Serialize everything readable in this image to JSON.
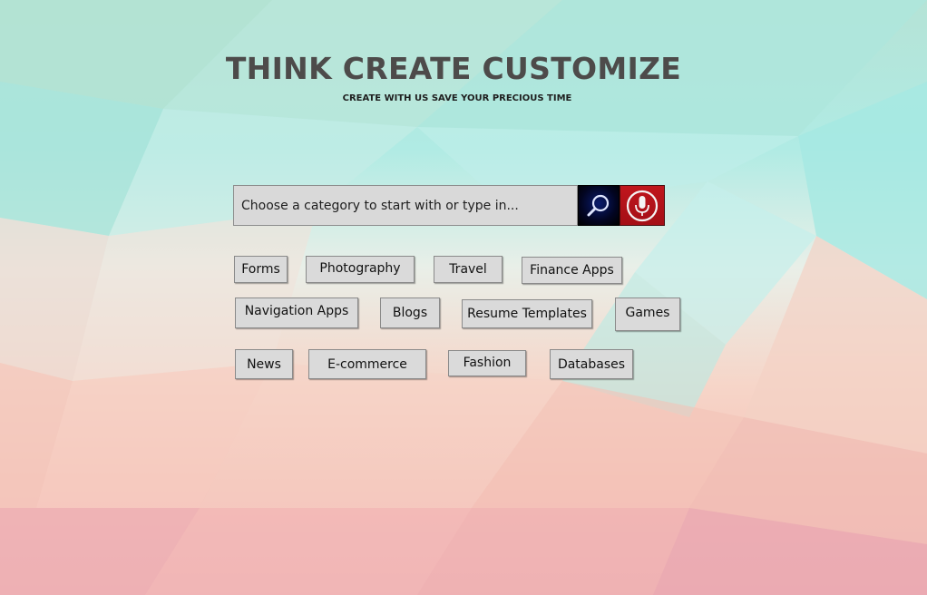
{
  "hero": {
    "title": "THINK CREATE CUSTOMIZE",
    "subtitle": "CREATE WITH US SAVE YOUR PRECIOUS TIME"
  },
  "search": {
    "placeholder": "Choose a category to start with or type in...",
    "value": "",
    "search_icon": "magnifier-icon",
    "mic_icon": "microphone-icon",
    "colors": {
      "search_button": "#020522",
      "mic_button": "#b3121a",
      "field": "#d9d9d9"
    }
  },
  "categories": [
    {
      "label": "Forms"
    },
    {
      "label": "Photography"
    },
    {
      "label": "Travel"
    },
    {
      "label": "Finance Apps"
    },
    {
      "label": "Navigation Apps"
    },
    {
      "label": "Blogs"
    },
    {
      "label": "Resume Templates"
    },
    {
      "label": "Games"
    },
    {
      "label": "News"
    },
    {
      "label": "E-commerce"
    },
    {
      "label": "Fashion"
    },
    {
      "label": "Databases"
    }
  ]
}
